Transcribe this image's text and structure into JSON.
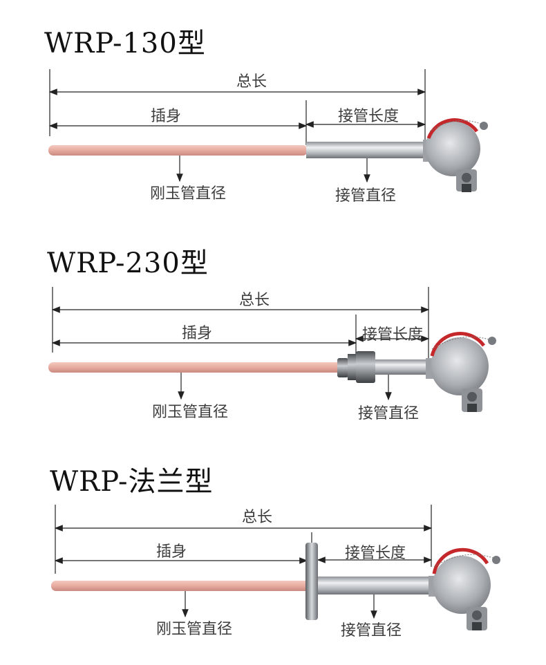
{
  "models": [
    {
      "title": "WRP-130型",
      "labels": {
        "total_length": "总长",
        "insertion": "插身",
        "pipe_length": "接管长度",
        "tube_diameter": "刚玉管直径",
        "pipe_diameter": "接管直径"
      }
    },
    {
      "title": "WRP-230型",
      "labels": {
        "total_length": "总长",
        "insertion": "插身",
        "pipe_length": "接管长度",
        "tube_diameter": "刚玉管直径",
        "pipe_diameter": "接管直径"
      }
    },
    {
      "title": "WRP-法兰型",
      "labels": {
        "total_length": "总长",
        "insertion": "插身",
        "pipe_length": "接管长度",
        "tube_diameter": "刚玉管直径",
        "pipe_diameter": "接管直径"
      }
    }
  ],
  "colors": {
    "tube": "#e7aba0",
    "pipe": "#b9bcc0",
    "head": "#a9adb2",
    "head_band": "#c4282b",
    "dimension_line": "#222222"
  }
}
